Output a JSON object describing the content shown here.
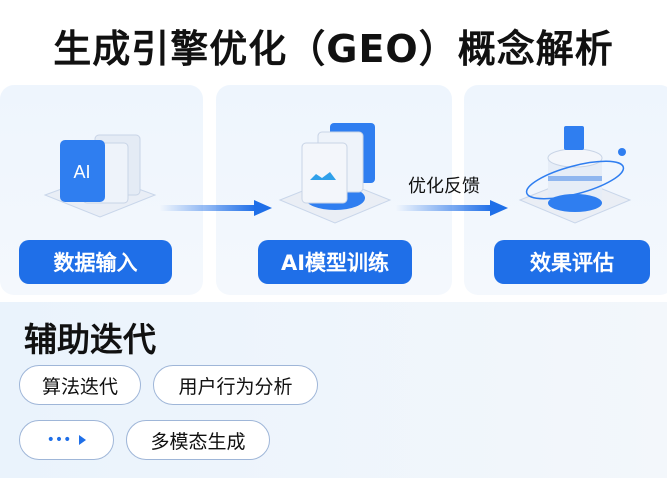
{
  "title": "生成引擎优化（GEO）概念解析",
  "flow": {
    "steps": [
      {
        "label": "数据输入",
        "icon": "ai-document-icon",
        "icon_text": "AI"
      },
      {
        "label": "AI模型训练",
        "icon": "model-layers-icon"
      },
      {
        "label": "效果评估",
        "icon": "database-orbit-icon"
      }
    ],
    "feedback_label": "优化反馈"
  },
  "auxiliary": {
    "heading": "辅助迭代",
    "chips": [
      {
        "label": "算法迭代"
      },
      {
        "label": "用户行为分析"
      },
      {
        "label": "•••",
        "icon": "play-icon"
      },
      {
        "label": "多模态生成"
      }
    ]
  },
  "colors": {
    "accent": "#1f6fe8",
    "panel": "#eef5fd",
    "chip_border": "#9fb6d8"
  }
}
